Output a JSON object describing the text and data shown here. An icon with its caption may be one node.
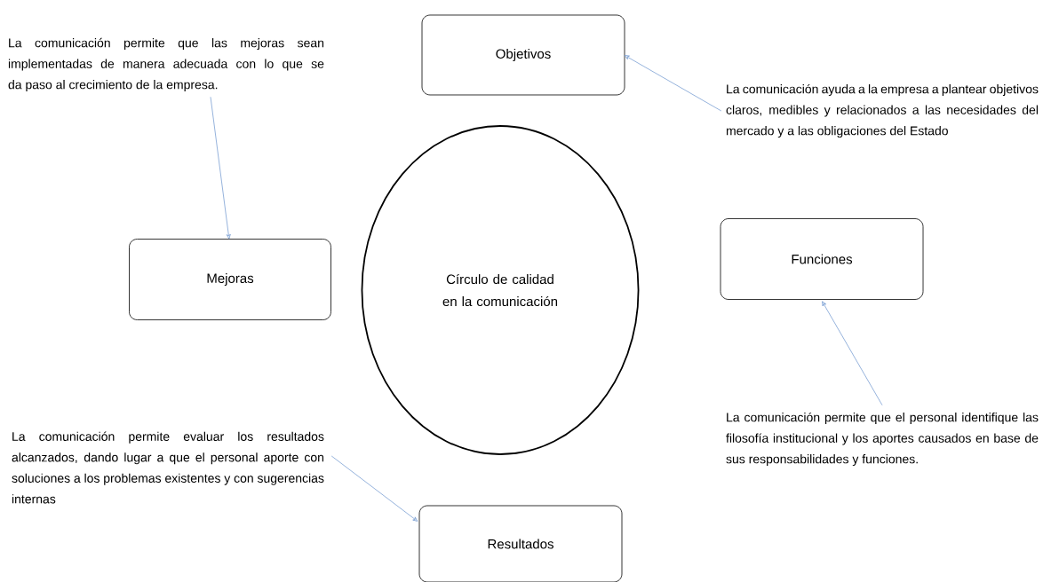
{
  "diagram": {
    "nodes": [
      {
        "text": [
          "Objetivos"
        ]
      },
      {
        "text": [
          "Mejoras"
        ]
      },
      {
        "text": [
          "Círculo de calidad en la comunicación"
        ]
      },
      {
        "text": [
          "Funciones"
        ]
      },
      {
        "text": [
          "Resultados"
        ]
      },
      {
        "text": [
          "La comunicación permite que las mejoras sean implementadas de manera adecuada con lo que se da paso al crecimiento de la empresa."
        ]
      },
      {
        "text": [
          "La comunicación ayuda a la empresa a plantear objetivos claros, medibles y relacionados a las necesidades del mercado y a las obligaciones del Estado"
        ]
      },
      {
        "text": [
          "La comunicación permite que el personal identifique las filosofía institucional y los aportes causados en base de sus responsabilidades y funciones."
        ]
      },
      {
        "text": [
          "La comunicación permite evaluar los resultados alcanzados, dando lugar a que el personal aporte con soluciones a los problemas existentes y con sugerencias internas"
        ]
      }
    ],
    "edges": [
      {
        "from": 5,
        "to": 1,
        "arrow": "to"
      },
      {
        "from": 6,
        "to": 0,
        "arrow": "to"
      },
      {
        "from": 7,
        "to": 3,
        "arrow": "to"
      },
      {
        "from": 8,
        "to": 4,
        "arrow": "to"
      }
    ]
  }
}
